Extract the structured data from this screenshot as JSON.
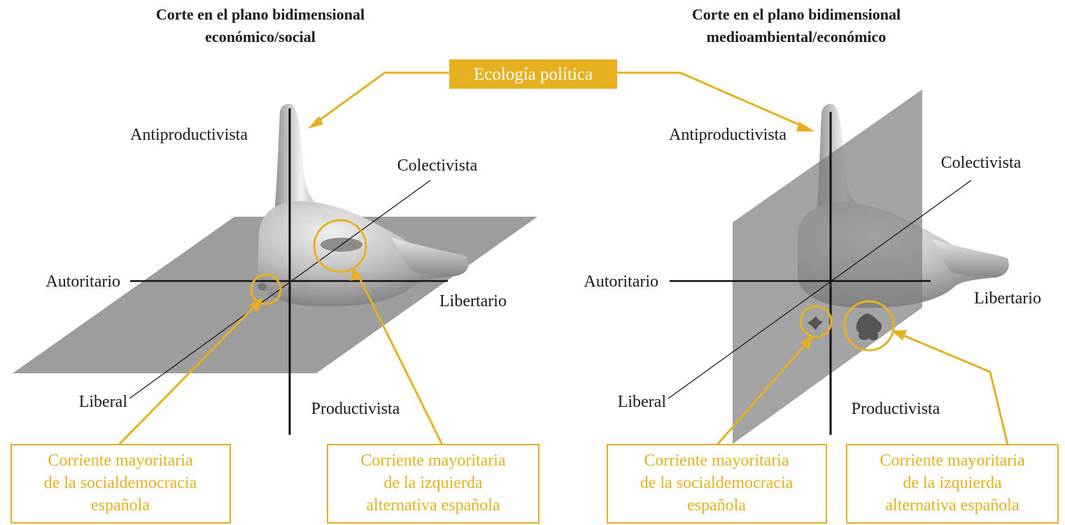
{
  "colors": {
    "accent": "#e6b020",
    "plane": "#8c8c8c",
    "surface": "#b3b3b3",
    "axis": "#111111"
  },
  "left_panel": {
    "title_line1": "Corte en el plano bidimensional",
    "title_line2": "económico/social",
    "axes": {
      "top": "Antiproductivista",
      "bottom": "Productivista",
      "left": "Autoritario",
      "right": "Libertario",
      "diag_upper": "Colectivista",
      "diag_lower": "Liberal"
    },
    "callout_left": {
      "line1": "Corriente mayoritaria",
      "line2": "de la socialdemocracia",
      "line3": "española"
    },
    "callout_right": {
      "line1": "Corriente mayoritaria",
      "line2": "de la izquierda",
      "line3": "alternativa española"
    }
  },
  "right_panel": {
    "title_line1": "Corte en el plano bidimensional",
    "title_line2": "medioambiental/económico",
    "axes": {
      "top": "Antiproductivista",
      "bottom": "Productivista",
      "left": "Autoritario",
      "right": "Libertario",
      "diag_upper": "Colectivista",
      "diag_lower": "Liberal"
    },
    "callout_left": {
      "line1": "Corriente mayoritaria",
      "line2": "de la socialdemocracia",
      "line3": "española"
    },
    "callout_right": {
      "line1": "Corriente mayoritaria",
      "line2": "de la izquierda",
      "line3": "alternativa española"
    }
  },
  "ecologia_label": "Ecología política"
}
